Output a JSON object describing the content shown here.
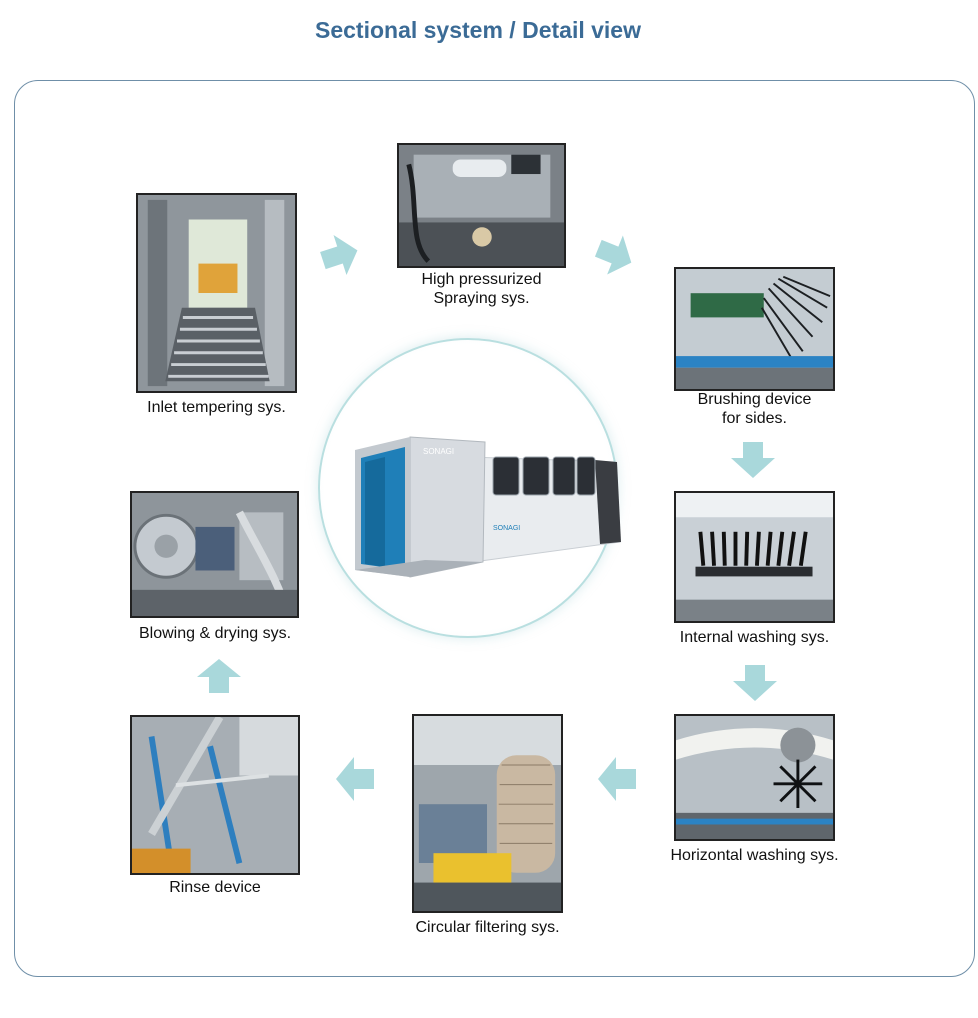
{
  "title": "Sectional system / Detail view",
  "machine": {
    "brand_label": "SONAGI"
  },
  "steps": [
    {
      "id": "inlet",
      "lines": [
        "Inlet tempering sys."
      ],
      "icon": "roller-conveyor-photo"
    },
    {
      "id": "spray",
      "lines": [
        "High pressurized",
        "Spraying sys."
      ],
      "icon": "spray-nozzle-photo"
    },
    {
      "id": "brush",
      "lines": [
        "Brushing device",
        "for sides."
      ],
      "icon": "side-brush-photo"
    },
    {
      "id": "internal",
      "lines": [
        "Internal washing sys."
      ],
      "icon": "internal-brush-photo"
    },
    {
      "id": "horizontal",
      "lines": [
        "Horizontal washing sys."
      ],
      "icon": "horizontal-brush-photo"
    },
    {
      "id": "filter",
      "lines": [
        "Circular filtering sys."
      ],
      "icon": "filter-drum-photo"
    },
    {
      "id": "rinse",
      "lines": [
        "Rinse device"
      ],
      "icon": "rinse-pipe-photo"
    },
    {
      "id": "blow",
      "lines": [
        "Blowing & drying sys."
      ],
      "icon": "blower-photo"
    }
  ],
  "colors": {
    "title": "#3b6b96",
    "arrow": "#a9d8db",
    "frame": "#6f8fa8",
    "machine_accent": "#1f7fb8"
  }
}
